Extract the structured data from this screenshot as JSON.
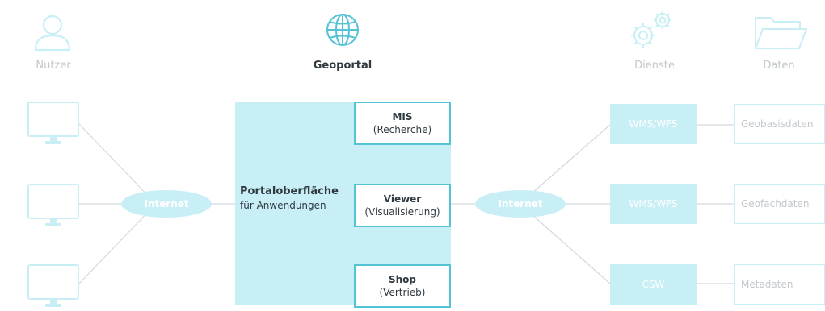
{
  "header": {
    "nutzer": "Nutzer",
    "geoportal": "Geoportal",
    "dienste": "Dienste",
    "daten": "Daten"
  },
  "network": {
    "left_label": "Internet",
    "right_label": "Internet"
  },
  "portal": {
    "title": "Portaloberfläche",
    "subtitle": "für Anwendungen",
    "apps": [
      {
        "title": "MIS",
        "subtitle": "(Recherche)"
      },
      {
        "title": "Viewer",
        "subtitle": "(Visualisierung)"
      },
      {
        "title": "Shop",
        "subtitle": "(Vertrieb)"
      }
    ]
  },
  "services": [
    "WMS/WFS",
    "WMS/WFS",
    "CSW"
  ],
  "data": [
    "Geobasisdaten",
    "Geofachdaten",
    "Metadaten"
  ],
  "colors": {
    "pale_cyan": "#c8eef6",
    "accent": "#55c3d6",
    "text_dark": "#2f3a40",
    "text_gray": "#c2c8cc"
  },
  "icons": [
    "user-icon",
    "globe-icon",
    "gears-icon",
    "folder-icon",
    "monitor-icon"
  ]
}
